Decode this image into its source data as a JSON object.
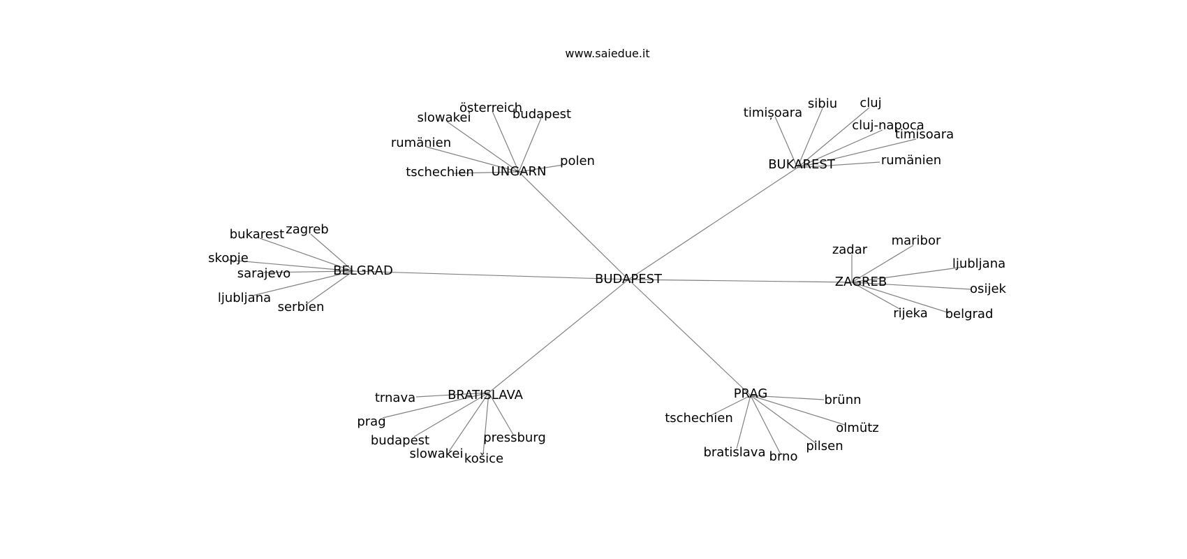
{
  "title": "www.saiedue.it",
  "colors": {
    "edge": "#808080",
    "text": "#000000",
    "background": "#ffffff"
  },
  "center": {
    "label": "BUDAPEST"
  },
  "hubs": [
    {
      "id": "ungarn",
      "label": "UNGARN",
      "leaves": [
        "österreich",
        "slowakei",
        "budapest",
        "rumänien",
        "tschechien",
        "polen"
      ]
    },
    {
      "id": "bukarest",
      "label": "BUKAREST",
      "leaves": [
        "timișoara",
        "sibiu",
        "cluj",
        "cluj-napoca",
        "timisoara",
        "rumänien"
      ]
    },
    {
      "id": "belgrad",
      "label": "BELGRAD",
      "leaves": [
        "bukarest",
        "zagreb",
        "skopje",
        "sarajevo",
        "ljubljana",
        "serbien"
      ]
    },
    {
      "id": "zagreb",
      "label": "ZAGREB",
      "leaves": [
        "zadar",
        "maribor",
        "ljubljana",
        "osijek",
        "rijeka",
        "belgrad"
      ]
    },
    {
      "id": "bratislava",
      "label": "BRATISLAVA",
      "leaves": [
        "trnava",
        "prag",
        "budapest",
        "slowakei",
        "košice",
        "pressburg"
      ]
    },
    {
      "id": "prag",
      "label": "PRAG",
      "leaves": [
        "tschechien",
        "brünn",
        "olmütz",
        "pilsen",
        "brno",
        "bratislava"
      ]
    }
  ]
}
